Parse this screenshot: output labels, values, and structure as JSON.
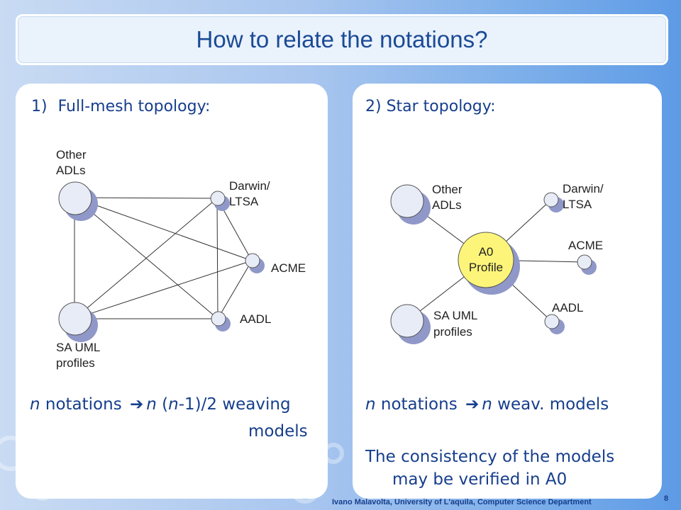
{
  "slide": {
    "title": "How to relate the notations?",
    "footer": "Ivano Malavolta, University of L'aquila, Computer Science Department",
    "page_number": "8"
  },
  "left": {
    "heading_num": "1)",
    "heading": "Full-mesh topology:",
    "formula_n1": "n",
    "formula_mid1": " notations ",
    "formula_n2": "n",
    "formula_mid2": " (",
    "formula_n3": "n",
    "formula_end": "-1)/2 weaving",
    "formula_line2": "models",
    "nodes": {
      "other_line1": "Other",
      "other_line2": "ADLs",
      "darwin_line1": "Darwin/",
      "darwin_line2": "LTSA",
      "acme": "ACME",
      "aadl": "AADL",
      "sauml_line1": "SA UML",
      "sauml_line2": "profiles"
    }
  },
  "right": {
    "heading": "2) Star topology:",
    "formula_n1": "n",
    "formula_mid1": " notations ",
    "formula_n2": "n",
    "formula_end": " weav. models",
    "consistency_line1": "The consistency of the models",
    "consistency_line2": "may be verified in A0",
    "nodes": {
      "hub_line1": "A0",
      "hub_line2": "Profile",
      "other_line1": "Other",
      "other_line2": "ADLs",
      "darwin_line1": "Darwin/",
      "darwin_line2": "LTSA",
      "acme": "ACME",
      "aadl": "AADL",
      "sauml_line1": "SA UML",
      "sauml_line2": "profiles"
    }
  },
  "colors": {
    "title_text": "#1a4a96",
    "body_text": "#163e8c",
    "node_fill": "#e8ecf6",
    "node_shadow": "#8f98c8",
    "hub_fill": "#fdf57a"
  }
}
